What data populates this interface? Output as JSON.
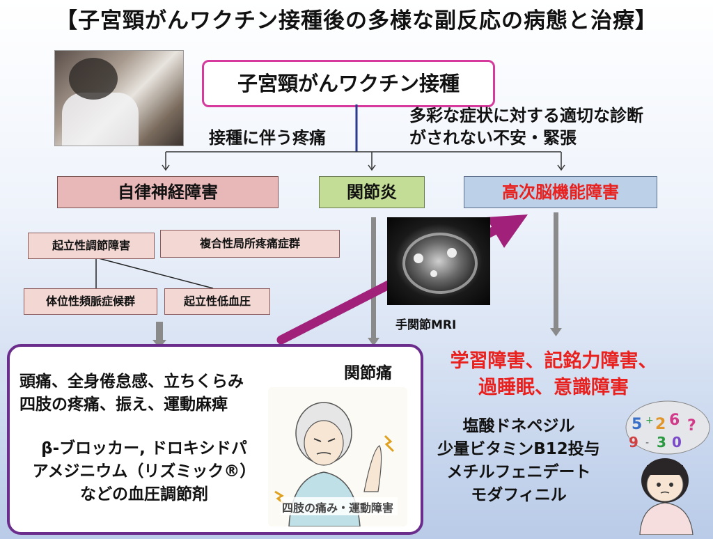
{
  "title": "【子宮頸がんワクチン接種後の多様な副反応の病態と治療】",
  "vaccination": "子宮頸がんワクチン接種",
  "pain_note": "接種に伴う疼痛",
  "anxiety_note": {
    "line1": "多彩な症状に対する適切な診断",
    "line2": "がされない不安・緊張"
  },
  "categories": {
    "autonomic": "自律神経障害",
    "arthritis": "関節炎",
    "higher_brain": "高次脳機能障害"
  },
  "autonomic_sub": {
    "orthostatic_dysregulation": "起立性調節障害",
    "crps": "複合性局所疼痛症群",
    "pots": "体位性頻脈症候群",
    "orthostatic_hypotension": "起立性低血圧"
  },
  "mri_caption": "手関節MRI",
  "symptoms": {
    "line1": "頭痛、全身倦怠感、立ちくらみ",
    "line2": "四肢の疼痛、振え、運動麻痺"
  },
  "joint_pain": "関節痛",
  "treatment_autonomic": {
    "line1": "β-ブロッカー, ドロキシドパ",
    "line2": "アメジニウム（リズミック®）",
    "line3": "などの血圧調節剤"
  },
  "sketch_caption": "四肢の痛み・運動障害",
  "cognitive_symptoms": {
    "line1": "学習障害、記銘力障害、",
    "line2": "過睡眠、意識障害"
  },
  "treatment_cognitive": [
    "塩酸ドネペジル",
    "少量ビタミンB12投与",
    "メチルフェニデート",
    "モダフィニル"
  ],
  "girl_numbers": [
    "5",
    "+",
    "2",
    "6",
    "9",
    "-",
    "3",
    "0",
    "?"
  ],
  "colors": {
    "vaccine_border": "#d63a9c",
    "autonomic_fill": "#e8b8b8",
    "arthritis_fill": "#c3dc96",
    "higher_brain_fill": "#bcd0e8",
    "red_text": "#e8201e",
    "purple_border": "#6a2d8c",
    "big_arrow": "#a0207a"
  }
}
